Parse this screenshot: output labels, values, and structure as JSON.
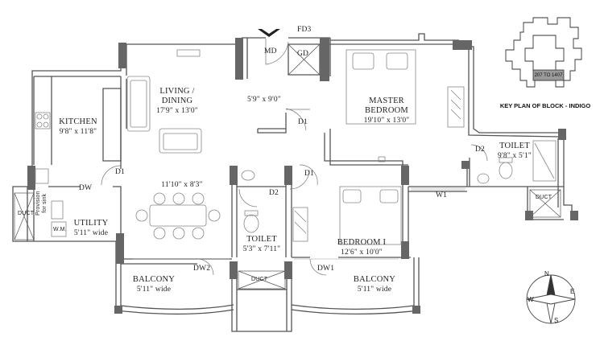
{
  "rooms": {
    "kitchen": {
      "name": "KITCHEN",
      "dims": "9'8\" x 11'8\""
    },
    "living": {
      "name": "LIVING /",
      "name2": "DINING",
      "dims": "17'9\" x 13'0\""
    },
    "passage": {
      "dims": "5'9\" x 9'0\""
    },
    "dining_area": {
      "dims": "11'10\" x 8'3\""
    },
    "master": {
      "name": "MASTER",
      "name2": "BEDROOM",
      "dims": "19'10\" x 13'0\""
    },
    "toilet1": {
      "name": "TOILET",
      "dims": "9'8\" x 5'1\""
    },
    "toilet2": {
      "name": "TOILET",
      "dims": "5'3\" x 7'11\""
    },
    "bedroom1": {
      "name": "BEDROOM I",
      "dims": "12'6\" x 10'0\""
    },
    "utility": {
      "name": "UTILITY",
      "dims": "5'11\" wide"
    },
    "balcony_left": {
      "name": "BALCONY",
      "dims": "5'11\" wide"
    },
    "balcony_right": {
      "name": "BALCONY",
      "dims": "5'11\" wide"
    }
  },
  "doors": {
    "md": "MD",
    "gd": "GD",
    "fd3": "FD3",
    "d1_kitchen": "D1",
    "d1_center": "D1",
    "d1_master": "D1",
    "d2_toilet2": "D2",
    "d2_toilet1": "D2",
    "dw": "DW",
    "dw1": "DW1",
    "dw2": "DW2",
    "w1": "W1"
  },
  "ducts": {
    "left": "DUCT",
    "center": "DUCT",
    "right": "DUCT"
  },
  "provision": {
    "line1": "Provision",
    "line2": "for sink",
    "wm": "W.M."
  },
  "key_plan": {
    "title": "KEY PLAN OF BLOCK - INDIGO",
    "unit_range": "207 TO 1407"
  },
  "compass": {
    "n": "N",
    "s": "S",
    "e": "E",
    "w": "W"
  },
  "colors": {
    "wall": "#555555",
    "column": "#666666",
    "fixture": "#8a8a8a",
    "highlight": "#9a9a9a"
  }
}
